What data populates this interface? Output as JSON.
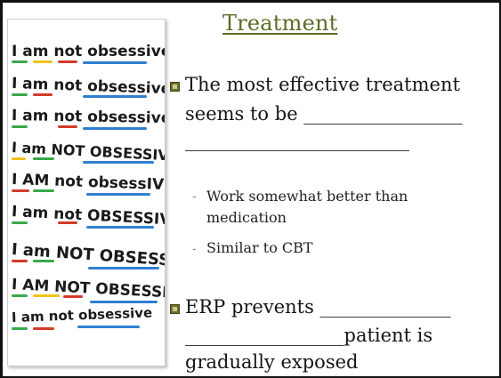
{
  "slide": {
    "title": "Treatment",
    "image": {
      "lines": [
        "I am not obsessive",
        "I am not obsessive",
        "I am not obsessive",
        "I am NOT OBSESSIVE",
        "I AM not obsessIVE",
        "I am not OBSESSIVE",
        "I am NOT OBSESSIVE",
        "I AM NOT OBSESSIVE",
        "I am not obsessive"
      ]
    },
    "bullet1": {
      "line1": "The most effective treatment",
      "line2": "seems to be _________________",
      "line3": "________________________"
    },
    "subbullets": [
      {
        "line1": "Work somewhat better than",
        "line2": "medication"
      },
      {
        "line1": "Similar to CBT"
      }
    ],
    "bullet2": {
      "line1": "ERP prevents ______________",
      "line2": "_________________patient is",
      "line3": "gradually exposed"
    },
    "colors": {
      "title": "#5a6e24",
      "underline_colors": [
        "#2f7fd1",
        "#d23b2b",
        "#f0c21a",
        "#3aa84a"
      ]
    }
  }
}
